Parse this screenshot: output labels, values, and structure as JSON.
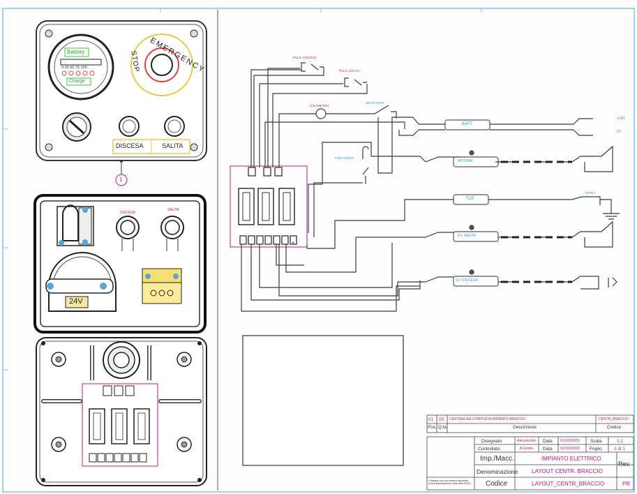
{
  "panel_front": {
    "battery_label": "Battery",
    "battery_scale": "0  25 50  75 100",
    "charge_label": "Charge",
    "emergency_label": "EMERGENCY",
    "stop_label": "STOP",
    "discesa_label": "DISCESA",
    "salita_label": "SALITA",
    "callout": "1"
  },
  "panel_interior": {
    "discesa_label": "DISCESA",
    "salita_label": "SALITA",
    "voltage_label": "24V"
  },
  "schematic": {
    "puls_discesa": "PULS. DISCESA",
    "puls_salita": "PULS. SALITA",
    "voltmetro": "VOLTMETRO",
    "selettore": "SELETTORE",
    "fine_corsa": "FINE CORSA",
    "batt": "BATT.",
    "tlr": "TLR",
    "ev_salita": "EV. SALITA",
    "ev_discesa": "EV. DISCESA",
    "motore": "MOTORE",
    "terra": "TERRA",
    "plus24": "+24V",
    "zero_v": "0V"
  },
  "title_block": {
    "rev_row": [
      "01",
      "00",
      "CENTRALINA COMPLETA IMPIANTO BRACCIO",
      "CENTR_BRACCIO"
    ],
    "header": [
      "Pos.",
      "Q.tà",
      "Descrizione",
      "Codice"
    ],
    "disegnato_label": "Disegnato",
    "disegnato_value": "Alessandro",
    "controllato_label": "Controllato",
    "controllato_value": "A.Grata",
    "data_label": "Data",
    "data_value1": "01/03/2009",
    "data_value2": "01/03/2009",
    "scala_label": "Scala",
    "scala_value": "1:1",
    "foglio_label": "Foglio",
    "foglio_value": "1 di 1",
    "imp_label": "Imp./Macc.",
    "imp_value": "IMPIANTO ELETTRICO",
    "denom_label": "Denominazione",
    "denom_value": "LAYOUT CENTR. BRACCIO",
    "codice_label": "Codice",
    "codice_value": "LAYOUT_CENTR_BRACCIO",
    "rev_label": "Rev.",
    "rev_value": "PR",
    "note": "Il disegno non può essere riprodotto senza autorizzazione della ditta INGG."
  },
  "colors": {
    "line": "#3a3a3a",
    "accent_magenta": "#c2187a",
    "accent_cyan": "#2a9fd6",
    "border_cyan": "#78c6ea"
  }
}
